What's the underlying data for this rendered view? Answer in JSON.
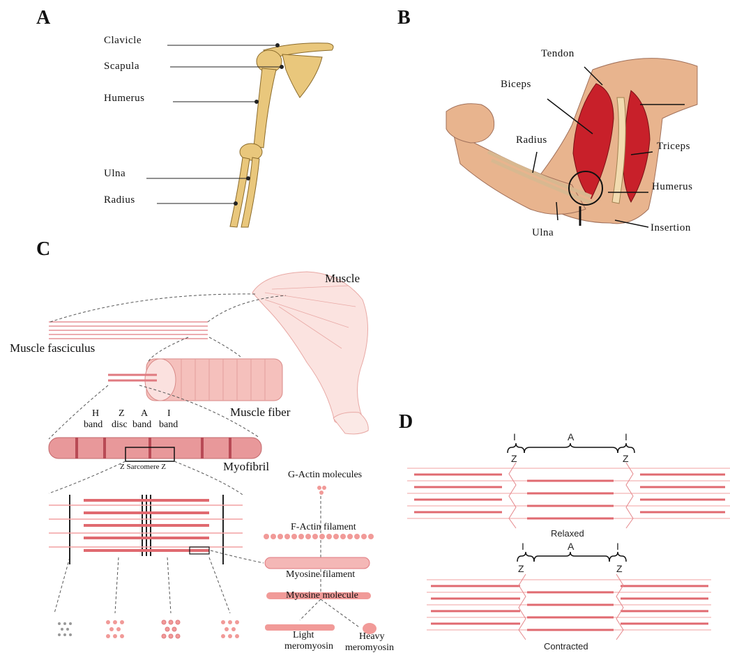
{
  "panels": {
    "a": {
      "letter": "A",
      "labels": {
        "clavicle": "Clavicle",
        "scapula": "Scapula",
        "humerus": "Humerus",
        "ulna": "Ulna",
        "radius": "Radius"
      }
    },
    "b": {
      "letter": "B",
      "labels": {
        "tendon": "Tendon",
        "biceps": "Biceps",
        "radius": "Radius",
        "triceps": "Triceps",
        "humerus": "Humerus",
        "ulna": "Ulna",
        "insertion": "Insertion"
      }
    },
    "c": {
      "letter": "C",
      "labels": {
        "muscle": "Muscle",
        "fasciculus": "Muscle fasciculus",
        "fiber": "Muscle fiber",
        "myofibril": "Myofibril",
        "h": "H",
        "z": "Z",
        "a": "A",
        "i": "I",
        "h_band": "band",
        "z_disc": "disc",
        "a_band": "band",
        "i_band": "band",
        "sarcomere": "Z Sarcomere Z",
        "g_actin": "G-Actin molecules",
        "f_actin": "F-Actin filament",
        "myosine_filament": "Myosine filament",
        "myosine_molecule": "Myosine molecule",
        "light": "Light",
        "light2": "meromyosin",
        "heavy": "Heavy",
        "heavy2": "meromyosin"
      }
    },
    "d": {
      "letter": "D",
      "relaxed": {
        "i_left": "I",
        "a": "A",
        "i_right": "I",
        "z_left": "Z",
        "z_right": "Z",
        "caption": "Relaxed"
      },
      "contracted": {
        "i_left": "I",
        "a": "A",
        "i_right": "I",
        "z_left": "Z",
        "z_right": "Z",
        "caption": "Contracted"
      }
    }
  },
  "colors": {
    "bone": "#e9c77c",
    "muscle_red": "#c8202a",
    "skin": "#e8b48e",
    "fiber_pink": "#e8989a",
    "filament": "#e06a70",
    "line": "#222222"
  }
}
